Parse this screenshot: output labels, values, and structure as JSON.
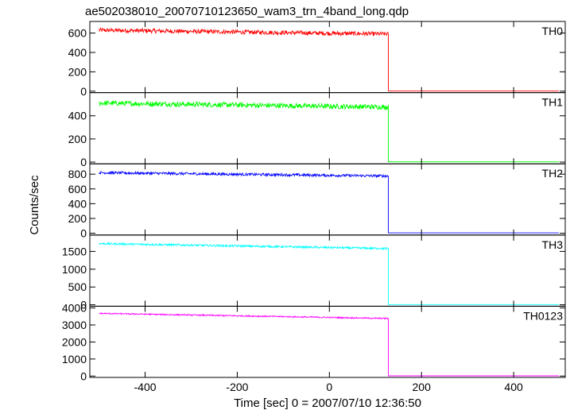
{
  "title": "ae502038010_20070710123650_wam3_trn_4band_long.qdp",
  "chart_data": {
    "type": "line",
    "title": "ae502038010_20070710123650_wam3_trn_4band_long.qdp",
    "xlabel": "Time [sec] 0 = 2007/07/10 12:36:50",
    "ylabel": "Counts/sec",
    "xlim": [
      -520,
      512
    ],
    "xticks": [
      -400,
      -200,
      0,
      200,
      400
    ],
    "grid": false,
    "drop_time": 128,
    "panels": [
      {
        "name": "TH0",
        "color": "#ff0000",
        "ylim": [
          -15,
          720
        ],
        "yticks": [
          0,
          200,
          400,
          600
        ],
        "level_start": 630,
        "level_end": 590,
        "noise": 22,
        "after": 3
      },
      {
        "name": "TH1",
        "color": "#00ff00",
        "ylim": [
          -15,
          600
        ],
        "yticks": [
          0,
          200,
          400
        ],
        "level_start": 510,
        "level_end": 475,
        "noise": 22,
        "after": 2
      },
      {
        "name": "TH2",
        "color": "#0000ff",
        "ylim": [
          -25,
          940
        ],
        "yticks": [
          0,
          200,
          400,
          600,
          800
        ],
        "level_start": 820,
        "level_end": 775,
        "noise": 18,
        "after": 4
      },
      {
        "name": "TH3",
        "color": "#00ffff",
        "ylim": [
          -40,
          1960
        ],
        "yticks": [
          0,
          500,
          1000,
          1500
        ],
        "level_start": 1720,
        "level_end": 1580,
        "noise": 28,
        "after": 6
      },
      {
        "name": "TH0123",
        "color": "#ff00ff",
        "ylim": [
          -80,
          4100
        ],
        "yticks": [
          0,
          1000,
          2000,
          3000,
          4000
        ],
        "level_start": 3680,
        "level_end": 3380,
        "noise": 38,
        "after": 15
      }
    ]
  }
}
